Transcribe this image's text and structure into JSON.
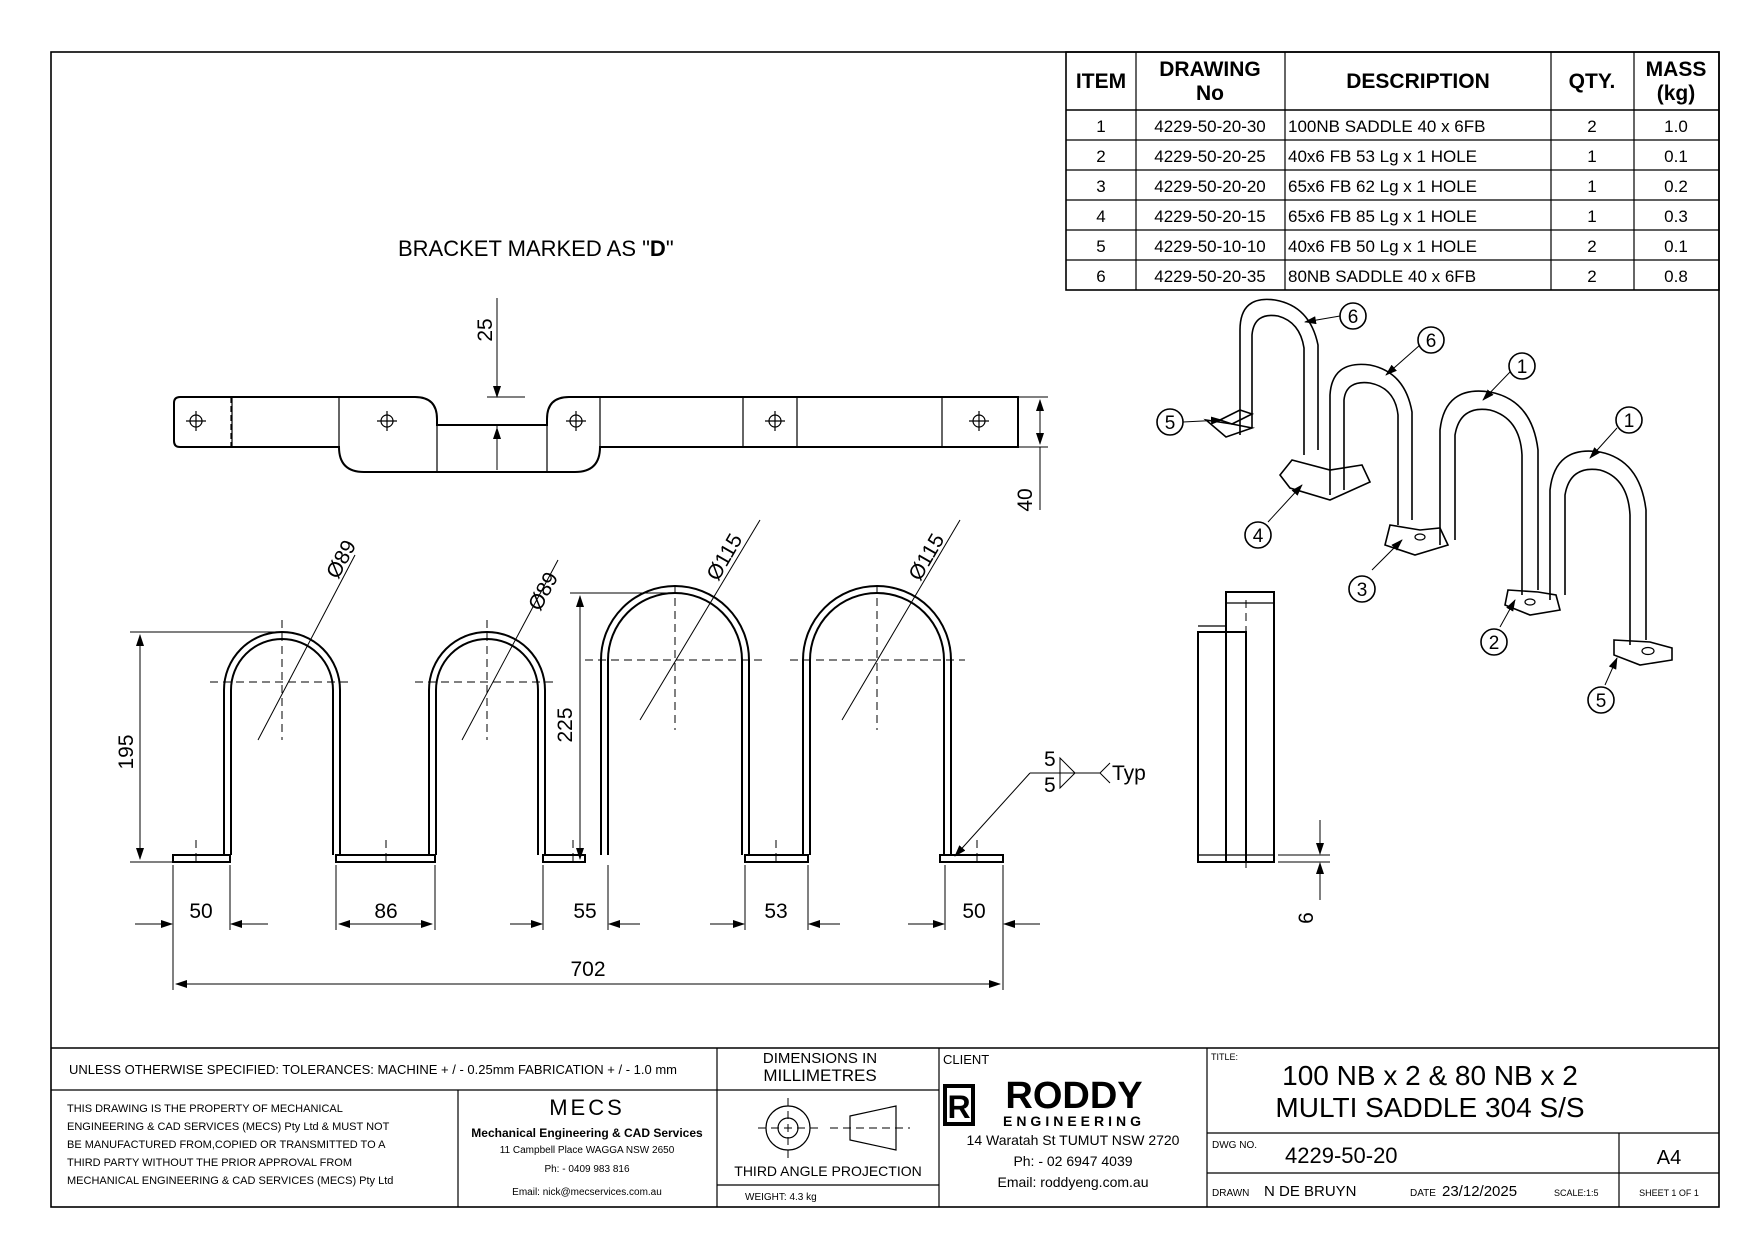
{
  "bom": {
    "headers": {
      "item": "ITEM",
      "drawing_line1": "DRAWING",
      "drawing_line2": "No",
      "description": "DESCRIPTION",
      "qty": "QTY.",
      "mass_line1": "MASS",
      "mass_line2": "(kg)"
    },
    "rows": [
      {
        "item": "1",
        "drawing": "4229-50-20-30",
        "description": "100NB SADDLE 40 x 6FB",
        "qty": "2",
        "mass": "1.0"
      },
      {
        "item": "2",
        "drawing": "4229-50-20-25",
        "description": "40x6 FB 53 Lg x 1 HOLE",
        "qty": "1",
        "mass": "0.1"
      },
      {
        "item": "3",
        "drawing": "4229-50-20-20",
        "description": "65x6 FB 62 Lg x 1 HOLE",
        "qty": "1",
        "mass": "0.2"
      },
      {
        "item": "4",
        "drawing": "4229-50-20-15",
        "description": "65x6 FB 85 Lg x 1 HOLE",
        "qty": "1",
        "mass": "0.3"
      },
      {
        "item": "5",
        "drawing": "4229-50-10-10",
        "description": "40x6 FB 50 Lg x 1 HOLE",
        "qty": "2",
        "mass": "0.1"
      },
      {
        "item": "6",
        "drawing": "4229-50-20-35",
        "description": "80NB SADDLE 40 x 6FB",
        "qty": "2",
        "mass": "0.8"
      }
    ]
  },
  "bracket_note": {
    "prefix": "BRACKET MARKED AS \"",
    "mark": "D",
    "suffix": "\""
  },
  "dimensions": {
    "top_25": "25",
    "top_40": "40",
    "dia_1": "Ø89",
    "dia_2": "Ø89",
    "dia_3": "Ø115",
    "dia_4": "Ø115",
    "h_195": "195",
    "h_225": "225",
    "w_50a": "50",
    "w_86": "86",
    "w_55": "55",
    "w_53": "53",
    "w_50b": "50",
    "total_702": "702",
    "side_6": "6",
    "weld_top": "5",
    "weld_bottom": "5",
    "weld_typ": "Typ"
  },
  "balloons": {
    "b6a": "6",
    "b6b": "6",
    "b1a": "1",
    "b1b": "1",
    "b5a": "5",
    "b4": "4",
    "b3": "3",
    "b2": "2",
    "b5b": "5"
  },
  "title_block": {
    "tolerances": "UNLESS OTHERWISE SPECIFIED: TOLERANCES: MACHINE + / - 0.25mm  FABRICATION + / - 1.0 mm",
    "units_line1": "DIMENSIONS IN",
    "units_line2": "MILLIMETRES",
    "client_label": "CLIENT",
    "title_label": "TITLE:",
    "title_line1": "100 NB x 2 & 80 NB x 2",
    "title_line2": "MULTI SADDLE 304 S/S",
    "property_lines": [
      "THIS DRAWING IS THE PROPERTY OF MECHANICAL",
      "ENGINEERING & CAD SERVICES (MECS) Pty Ltd & MUST NOT",
      "BE MANUFACTURED FROM,COPIED OR TRANSMITTED TO A",
      "THIRD PARTY WITHOUT THE PRIOR APPROVAL FROM",
      "MECHANICAL ENGINEERING & CAD SERVICES (MECS) Pty Ltd"
    ],
    "mecs_logo": "MECS",
    "mecs_name": "Mechanical Engineering & CAD Services",
    "mecs_address": "11 Campbell Place WAGGA NSW 2650",
    "mecs_phone": "Ph: - 0409 983 816",
    "mecs_email": "Email: nick@mecservices.com.au",
    "projection": "THIRD ANGLE PROJECTION",
    "weight": "WEIGHT: 4.3 kg",
    "client_logo_letter": "R",
    "client_logo_word": "RODDY",
    "client_logo_sub": "ENGINEERING",
    "client_address": "14 Waratah St TUMUT NSW 2720",
    "client_phone": "Ph: - 02 6947 4039",
    "client_email": "Email: roddyeng.com.au",
    "dwg_no_label": "DWG NO.",
    "dwg_no": "4229-50-20",
    "size": "A4",
    "drawn_label": "DRAWN",
    "drawn_by": "N DE BRUYN",
    "date_label": "DATE",
    "date": "23/12/2025",
    "scale": "SCALE:1:5",
    "sheet": "SHEET 1 OF 1"
  }
}
